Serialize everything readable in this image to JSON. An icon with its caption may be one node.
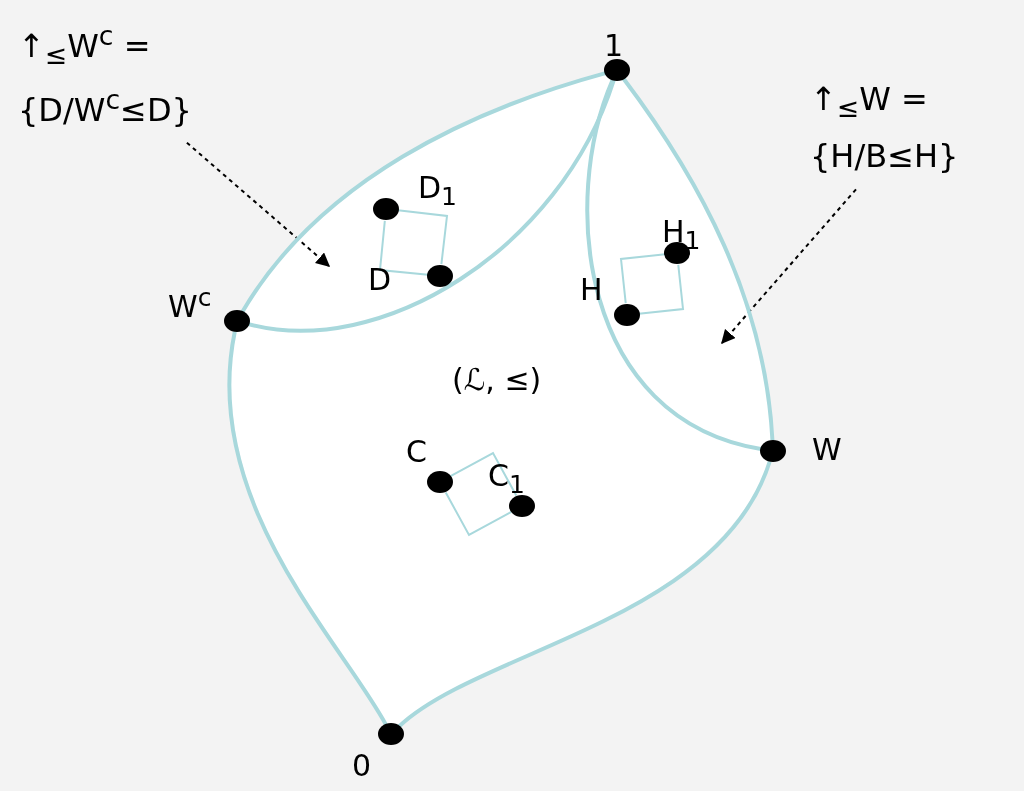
{
  "diagram": {
    "nodes": [
      {
        "text": [
          "↑$_{≤}$W$^{c}$ =",
          "{D/W$^{c}$≤D}"
        ]
      },
      {
        "text": [
          "↑$_{≤}$W =",
          "{H/B≤H}"
        ]
      },
      {
        "text": [],
        "shape": "circle",
        "beside": [
          "1"
        ]
      },
      {
        "text": [],
        "shape": "circle",
        "beside": [
          "W$^{c}$"
        ]
      },
      {
        "text": [],
        "shape": "circle",
        "beside": [
          "W"
        ]
      },
      {
        "text": [],
        "shape": "circle",
        "beside": [
          "0"
        ]
      },
      {
        "text": [],
        "shape": "circle",
        "beside": [
          "D$_{1}$"
        ]
      },
      {
        "text": [],
        "shape": "circle",
        "beside": [
          "D"
        ]
      },
      {
        "text": [],
        "shape": "circle",
        "beside": [
          "H$_{1}$"
        ]
      },
      {
        "text": [],
        "shape": "circle",
        "beside": [
          "H"
        ]
      },
      {
        "text": [],
        "shape": "circle",
        "beside": [
          "C"
        ]
      },
      {
        "text": [],
        "shape": "circle",
        "beside": [
          "C$_{1}$"
        ]
      }
    ],
    "edges": [
      {
        "from": 0,
        "to": null,
        "arrow": "to",
        "style": "dashed",
        "color": "#000000"
      },
      {
        "from": 1,
        "to": null,
        "arrow": "to",
        "style": "dashed",
        "color": "#000000"
      },
      {
        "from": 2,
        "to": 3,
        "arrow": "none",
        "style": "thick"
      },
      {
        "from": 3,
        "to": 2,
        "arrow": "none",
        "style": "thick"
      },
      {
        "from": 2,
        "to": 4,
        "arrow": "none",
        "style": "thick"
      },
      {
        "from": 2,
        "to": 4,
        "arrow": "none",
        "style": "thick"
      },
      {
        "from": 3,
        "to": 5,
        "arrow": "none",
        "style": "thick"
      },
      {
        "from": 4,
        "to": 5,
        "arrow": "none",
        "style": "thick"
      },
      {
        "from": 6,
        "to": 7,
        "arrow": "none"
      },
      {
        "from": 6,
        "to": 7,
        "arrow": "none"
      },
      {
        "from": 9,
        "to": 8,
        "arrow": "none"
      },
      {
        "from": 9,
        "to": 8,
        "arrow": "none"
      },
      {
        "from": 10,
        "to": 11,
        "arrow": "none"
      },
      {
        "from": 10,
        "to": 11,
        "arrow": "none"
      }
    ],
    "labels": [
      "(ℒ, ≤)"
    ]
  }
}
